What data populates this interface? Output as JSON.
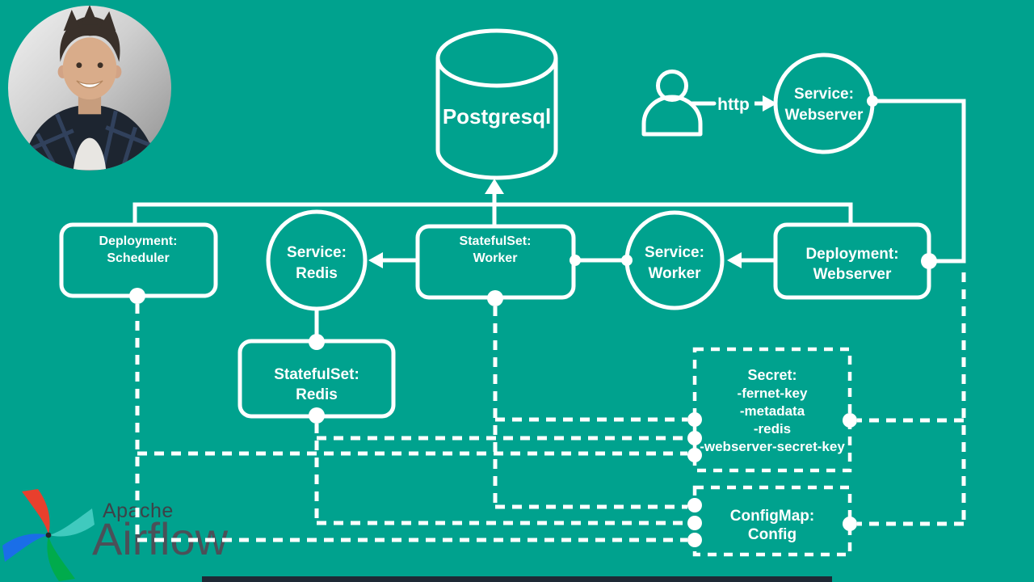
{
  "colors": {
    "background": "#00a28e",
    "line": "#ffffff",
    "logo_apache_text": "#3d4248",
    "logo_airflow_text": "#4b5058",
    "bottom_bar": "#1e2935",
    "pinwheel_red": "#e8402d",
    "pinwheel_cyan": "#40cabe",
    "pinwheel_green": "#00ab4c",
    "pinwheel_blue": "#1a6ee8"
  },
  "diagram": {
    "postgresql_label": "Postgresql",
    "http_label": "http",
    "service_webserver": {
      "l1": "Service:",
      "l2": "Webserver"
    },
    "deployment_scheduler": {
      "l1": "Deployment:",
      "l2": "Scheduler"
    },
    "service_redis": {
      "l1": "Service:",
      "l2": "Redis"
    },
    "statefulset_worker": {
      "l1": "StatefulSet:",
      "l2": "Worker"
    },
    "service_worker": {
      "l1": "Service:",
      "l2": "Worker"
    },
    "deployment_webserver": {
      "l1": "Deployment:",
      "l2": "Webserver"
    },
    "statefulset_redis": {
      "l1": "StatefulSet:",
      "l2": "Redis"
    },
    "secret": {
      "title": "Secret:",
      "item1": "-fernet-key",
      "item2": "-metadata",
      "item3": "-redis",
      "item4": "-webserver-secret-key"
    },
    "configmap": {
      "l1": "ConfigMap:",
      "l2": "Config"
    }
  },
  "logo": {
    "apache": "Apache",
    "airflow": "Airflow"
  }
}
